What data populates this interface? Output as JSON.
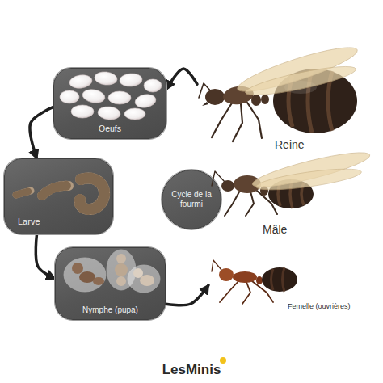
{
  "diagram": {
    "nodes": [
      {
        "text": [
          "Oeufs"
        ]
      },
      {
        "text": [
          "Larve"
        ]
      },
      {
        "text": [
          "Nymphe (pupa)"
        ]
      },
      {
        "text": [
          "Cycle de la fourmi"
        ]
      },
      {
        "text": [
          "Reine"
        ]
      },
      {
        "text": [
          "Mâle"
        ]
      },
      {
        "text": [
          "Femelle (ouvrières)"
        ]
      }
    ],
    "edges": [
      {
        "from": 4,
        "to": 0,
        "arrow": "to"
      },
      {
        "from": 0,
        "to": 1,
        "arrow": "to"
      },
      {
        "from": 1,
        "to": 2,
        "arrow": "to"
      },
      {
        "from": 2,
        "to": 6,
        "arrow": "to"
      }
    ],
    "labels": [
      "LesMinis"
    ]
  }
}
